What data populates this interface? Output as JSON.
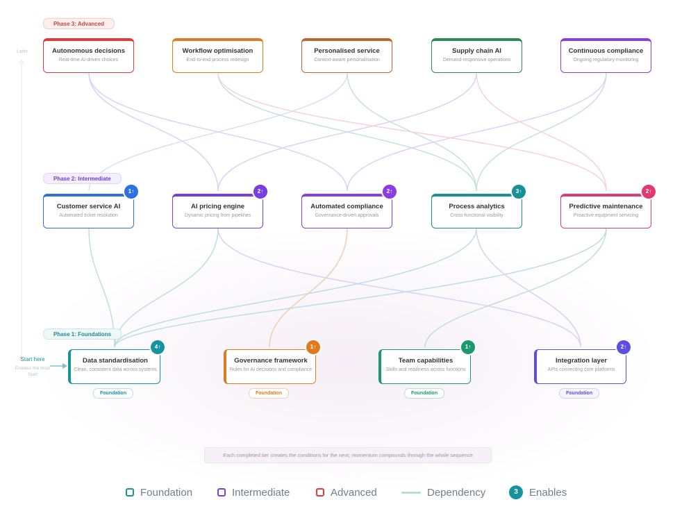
{
  "phases": {
    "p3": "Phase 3: Advanced",
    "p2": "Phase 2: Intermediate",
    "p1": "Phase 1: Foundations"
  },
  "axis": {
    "later": "Later",
    "start": "Start"
  },
  "start_here": {
    "title": "Start here",
    "desc": "Enables the most"
  },
  "nodes": {
    "autonomous": {
      "title": "Autonomous decisions",
      "sub": "Real-time AI-driven choices"
    },
    "workflow": {
      "title": "Workflow optimisation",
      "sub": "End-to-end process redesign"
    },
    "personalised": {
      "title": "Personalised service",
      "sub": "Context-aware personalisation"
    },
    "supply": {
      "title": "Supply chain AI",
      "sub": "Demand-responsive operations"
    },
    "continuous": {
      "title": "Continuous compliance",
      "sub": "Ongoing regulatory monitoring"
    },
    "customer": {
      "title": "Customer service AI",
      "sub": "Automated ticket resolution",
      "badge": "1↑"
    },
    "pricing": {
      "title": "AI pricing engine",
      "sub": "Dynamic pricing from pipelines",
      "badge": "2↑"
    },
    "automated": {
      "title": "Automated compliance",
      "sub": "Governance-driven approvals",
      "badge": "2↑"
    },
    "analytics": {
      "title": "Process analytics",
      "sub": "Cross-functional visibility",
      "badge": "3↑"
    },
    "predictive": {
      "title": "Predictive maintenance",
      "sub": "Proactive equipment servicing",
      "badge": "2↑"
    },
    "data": {
      "title": "Data standardisation",
      "sub": "Clean, consistent data across systems",
      "badge": "4↑",
      "tag": "Foundation"
    },
    "governance": {
      "title": "Governance framework",
      "sub": "Rules for AI decisions and compliance",
      "badge": "1↑",
      "tag": "Foundation"
    },
    "team": {
      "title": "Team capabilities",
      "sub": "Skills and readiness across functions",
      "badge": "1↑",
      "tag": "Foundation"
    },
    "integration": {
      "title": "Integration layer",
      "sub": "APIs connecting core platforms",
      "badge": "2↑",
      "tag": "Foundation"
    }
  },
  "footnote": "Each completed tier creates the conditions for the next; momentum compounds through the whole sequence",
  "legend": {
    "foundation": "Foundation",
    "intermediate": "Intermediate",
    "advanced": "Advanced",
    "dependency": "Dependency",
    "enables_num": "3",
    "enables": "Enables"
  },
  "colors": {
    "teal": "#17939f",
    "orange": "#e07a1f",
    "green": "#1d9a6c",
    "indigo": "#5b4ee0",
    "blue": "#2f6fe0",
    "purple": "#7a3ee0",
    "red": "#e03a3a",
    "pink": "#e03a72",
    "sienna": "#c0622b",
    "forest": "#2b8a57",
    "violet": "#8a3ee0",
    "cyan": "#1a8f95"
  }
}
